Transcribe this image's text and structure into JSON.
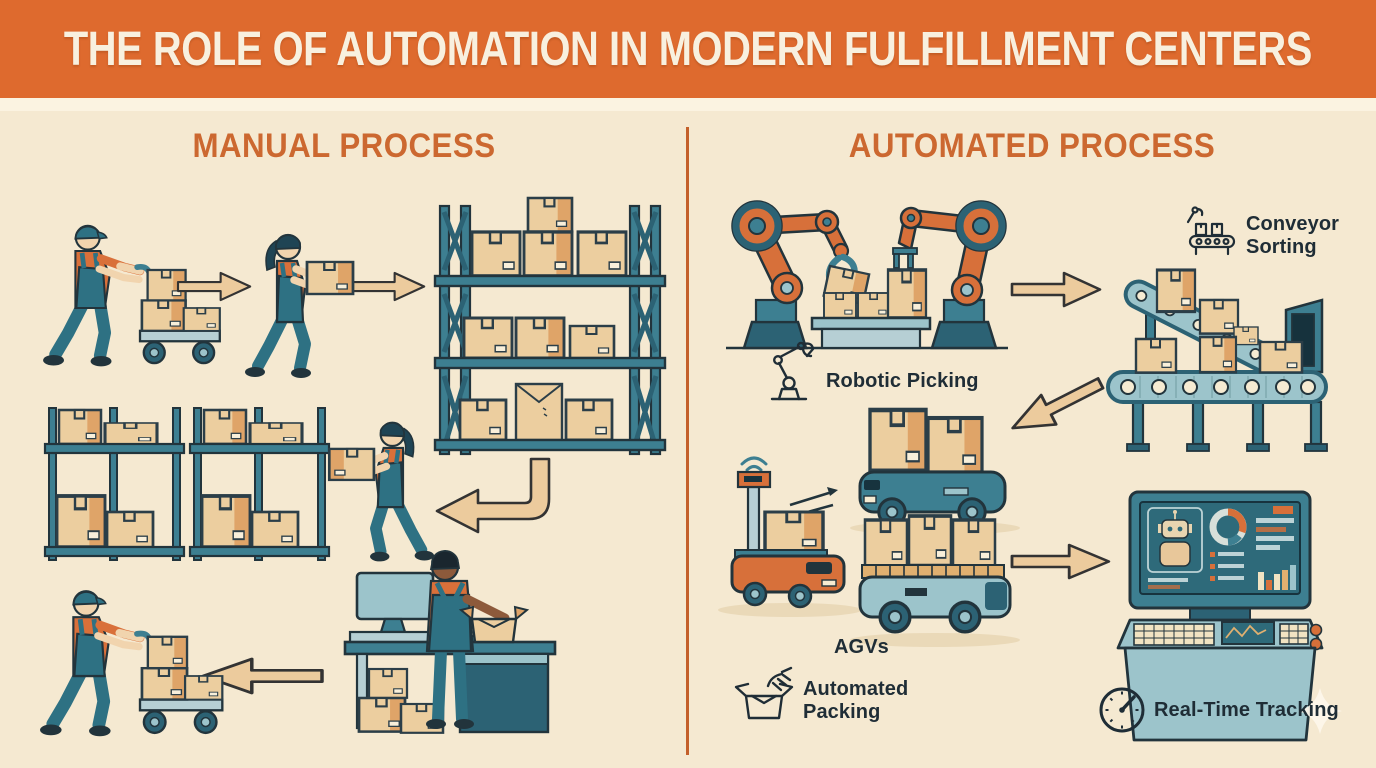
{
  "title": "THE ROLE OF AUTOMATION IN MODERN FULFILLMENT CENTERS",
  "sections": {
    "manual": {
      "heading": "MANUAL PROCESS"
    },
    "automated": {
      "heading": "AUTOMATED PROCESS"
    }
  },
  "annotations": {
    "conveyor_sorting": "Conveyor Sorting",
    "robotic_picking": "Robotic Picking",
    "agvs": "AGVs",
    "automated_packing": "Automated Packing",
    "real_time_tracking": "Real-Time Tracking"
  },
  "icons": {
    "conveyor_sorting": "mini-conveyor-icon",
    "robotic_picking": "robot-arm-icon",
    "automated_packing": "open-box-hand-icon",
    "real_time_tracking": "gauge-icon",
    "watermark": "sparkle-icon"
  },
  "colors": {
    "background": "#f5e9d1",
    "header_bg": "#de6a2e",
    "header_text": "#f8f0df",
    "heading_text": "#cc6830",
    "divider": "#c4602a",
    "label_text": "#1f2d36",
    "teal": "#3d7f91",
    "teal_dark": "#2c6274",
    "orange": "#d7703a",
    "box_tan": "#ecce9f",
    "box_shade": "#dfa468",
    "arrow_fill": "#eccb9d",
    "outline": "#22343c"
  }
}
